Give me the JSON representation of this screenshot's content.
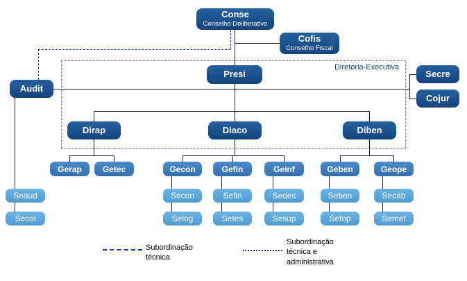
{
  "nodes": {
    "conse": "Conse",
    "conse_subtitle": "Conselho Deliberativo",
    "cofis": "Cofis",
    "cofis_subtitle": "Conselho Fiscal",
    "presi": "Presi",
    "audit": "Audit",
    "secre": "Secre",
    "cojur": "Cojur",
    "dirap": "Dirap",
    "diaco": "Diaco",
    "diben": "Diben",
    "gerap": "Gerap",
    "getec": "Getec",
    "gecon": "Gecon",
    "gefin": "Gefin",
    "geinf": "Geinf",
    "geben": "Geben",
    "geope": "Geope",
    "seaud": "Seaud",
    "secoi": "Secoi",
    "secon": "Secon",
    "selog": "Selog",
    "sefin": "Sefin",
    "setes": "Setes",
    "sedes": "Sedes",
    "sesup": "Sesup",
    "seben": "Seben",
    "sefop": "Sefop",
    "secab": "Secab",
    "semef": "Semef"
  },
  "region": {
    "label": "Diretoria-Executiva"
  },
  "legend": {
    "technical": "Subordinação técnica",
    "technical_administrative": "Subordinação técnica e administrativa"
  },
  "colors": {
    "dark_box": "#1a5190",
    "medium_box": "#3d7fc0",
    "light_box": "#5aa7dd",
    "line": "#1c1c1c",
    "dashed_line": "#2222cc",
    "dotted_line": "#2a2a7a"
  }
}
